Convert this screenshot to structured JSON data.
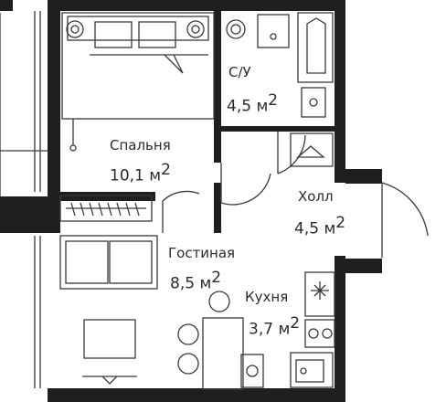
{
  "rooms": {
    "bedroom": {
      "name": "Спальня",
      "area": "10,1 м",
      "unit_sup": "2"
    },
    "bathroom": {
      "name": "С/У",
      "area": "4,5 м",
      "unit_sup": "2"
    },
    "hall": {
      "name": "Холл",
      "area": "4,5 м",
      "unit_sup": "2"
    },
    "living": {
      "name": "Гостиная",
      "area": "8,5 м",
      "unit_sup": "2"
    },
    "kitchen": {
      "name": "Кухня",
      "area": "3,7 м",
      "unit_sup": "2"
    }
  },
  "colors": {
    "wall": "#1f1f1f",
    "line": "#3a3a3a",
    "text": "#2b2b2b"
  }
}
